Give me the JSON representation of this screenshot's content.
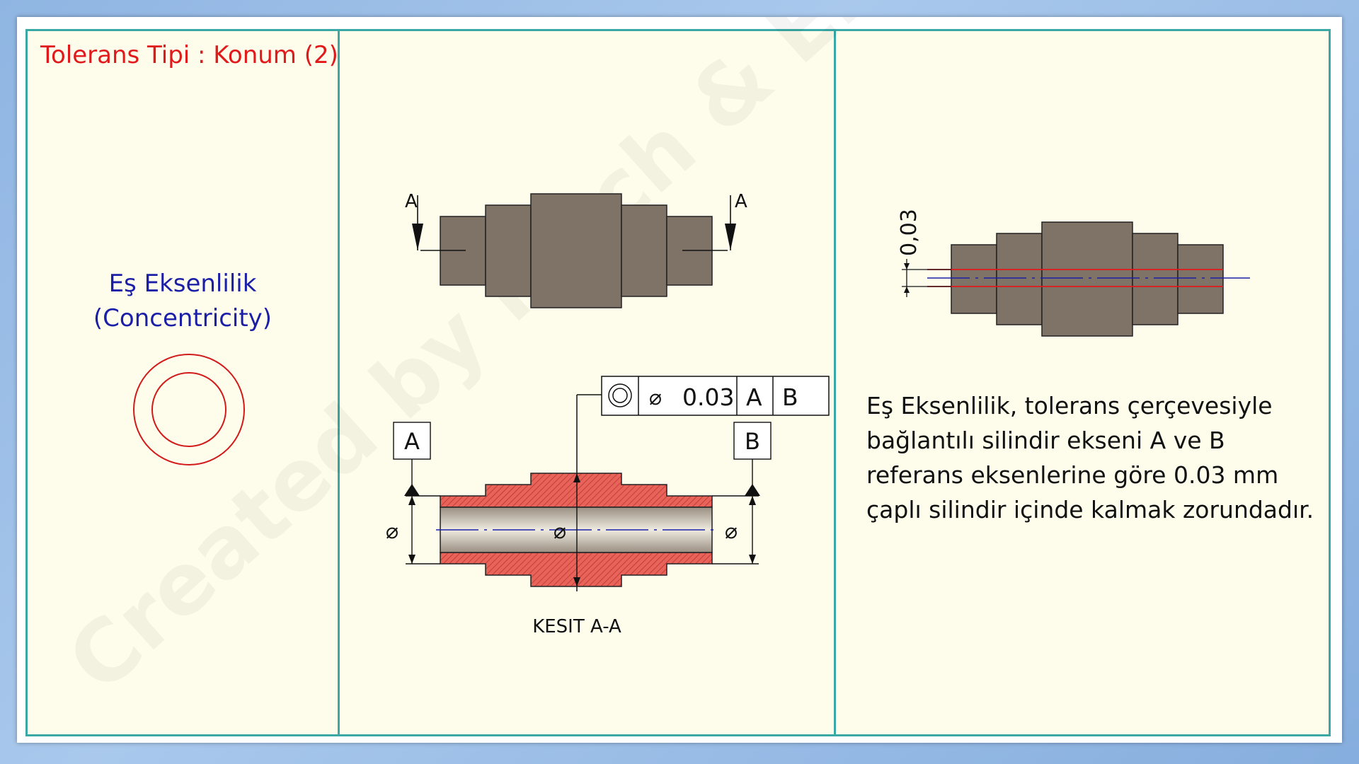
{
  "title": "Tolerans Tipi : Konum (2)",
  "symbol_name": "Eş Eksenlilik",
  "symbol_english": "(Concentricity)",
  "section_arrow_label": "A",
  "frame": {
    "diameter_symbol": "⌀",
    "tolerance_value": "0.03",
    "datum_a": "A",
    "datum_b": "B"
  },
  "datum_labels": {
    "a": "A",
    "b": "B"
  },
  "diameter_symbol": "⌀",
  "section_caption": "KESIT A-A",
  "zone_dimension": "0,03",
  "description": "Eş Eksenlilik, tolerans çerçevesiyle bağlantılı silindir ekseni A ve B referans eksenlerine göre 0.03 mm çaplı silindir içinde kalmak zorundadır.",
  "watermark": "Created by Mech & Engin Caglar",
  "colors": {
    "frame_border": "#3aa9a6",
    "title": "#e01a1a",
    "symbol_text": "#1b1fa8",
    "symbol_circles": "#d21a1a",
    "shaft": "#7e7366",
    "section_hatch": "#e8635a",
    "axis_line": "#1b1fa8",
    "tolerance_zone": "#e01a1a"
  }
}
